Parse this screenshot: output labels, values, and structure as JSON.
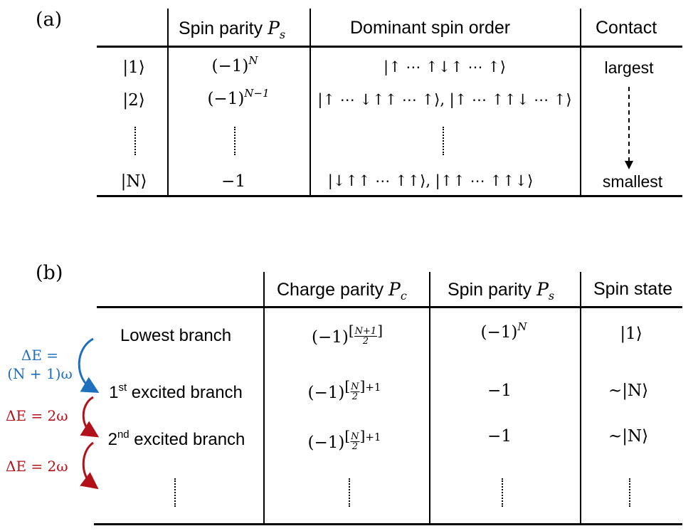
{
  "panel_a": {
    "label": "(a)",
    "headers": {
      "spin_parity": "Spin parity",
      "spin_parity_symbol": "P",
      "spin_parity_sub": "s",
      "dominant": "Dominant spin order",
      "contact": "Contact"
    },
    "rows": [
      {
        "state": "|1⟩",
        "parity": "(−1)",
        "parity_sup": "N",
        "order": "|↑ ⋯ ↑↓↑ ⋯ ↑⟩",
        "contact": "largest"
      },
      {
        "state": "|2⟩",
        "parity": "(−1)",
        "parity_sup": "N−1",
        "order": "|↑ ⋯ ↓↑↑ ⋯ ↑⟩, |↑ ⋯ ↑↑↓ ⋯ ↑⟩",
        "contact": ""
      },
      {
        "state": "|N⟩",
        "parity": "−1",
        "parity_sup": "",
        "order": "|↓↑↑ ⋯ ↑↑⟩, |↑↑ ⋯ ↑↑↓⟩",
        "contact": "smallest"
      }
    ]
  },
  "panel_b": {
    "label": "(b)",
    "headers": {
      "charge_parity": "Charge parity",
      "charge_symbol": "P",
      "charge_sub": "c",
      "spin_parity": "Spin parity",
      "spin_symbol": "P",
      "spin_sub": "s",
      "spin_state": "Spin state"
    },
    "rows": [
      {
        "branch": "Lowest branch",
        "branch_sup": "",
        "branch_rest": "",
        "charge_base": "(−1)",
        "charge_num": "N+1",
        "charge_den": "2",
        "charge_tail": "",
        "spin_parity": "(−1)",
        "spin_parity_sup": "N",
        "state": "|1⟩"
      },
      {
        "branch": "1",
        "branch_sup": "st",
        "branch_rest": " excited branch",
        "charge_base": "(−1)",
        "charge_num": "N",
        "charge_den": "2",
        "charge_tail": "+1",
        "spin_parity": "−1",
        "spin_parity_sup": "",
        "state": "~|N⟩"
      },
      {
        "branch": "2",
        "branch_sup": "nd",
        "branch_rest": " excited branch",
        "charge_base": "(−1)",
        "charge_num": "N",
        "charge_den": "2",
        "charge_tail": "+1",
        "spin_parity": "−1",
        "spin_parity_sup": "",
        "state": "~|N⟩"
      }
    ],
    "annotations": [
      {
        "line1": "ΔE =",
        "line2": "(N + 1)ω",
        "color": "#1f6fbf"
      },
      {
        "line1": "ΔE = 2ω",
        "line2": "",
        "color": "#b3111a"
      },
      {
        "line1": "ΔE = 2ω",
        "line2": "",
        "color": "#b3111a"
      }
    ]
  }
}
